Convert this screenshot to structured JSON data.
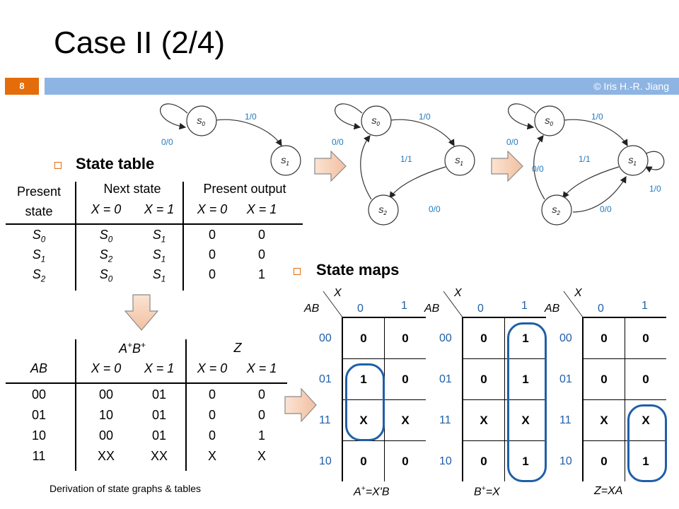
{
  "slide": {
    "title": "Case II (2/4)",
    "number": "8",
    "copyright": "© Iris H.-R. Jiang",
    "footer": "Derivation of state graphs & tables"
  },
  "sections": {
    "state_table": "State table",
    "state_maps": "State maps"
  },
  "state_table": {
    "header_present": [
      "Present",
      "state"
    ],
    "header_next": "Next state",
    "header_output": "Present output",
    "col_x0": "X = 0",
    "col_x1": "X = 1",
    "rows": [
      {
        "present": "S0",
        "next0": "S0",
        "next1": "S1",
        "out0": "0",
        "out1": "0"
      },
      {
        "present": "S1",
        "next0": "S2",
        "next1": "S1",
        "out0": "0",
        "out1": "0"
      },
      {
        "present": "S2",
        "next0": "S0",
        "next1": "S1",
        "out0": "0",
        "out1": "1"
      }
    ]
  },
  "transition_table": {
    "header_ab": "AB",
    "header_next": "A+B+",
    "header_z": "Z",
    "col_x0": "X = 0",
    "col_x1": "X = 1",
    "rows": [
      {
        "ab": "00",
        "next0": "00",
        "next1": "01",
        "z0": "0",
        "z1": "0"
      },
      {
        "ab": "01",
        "next0": "10",
        "next1": "01",
        "z0": "0",
        "z1": "0"
      },
      {
        "ab": "10",
        "next0": "00",
        "next1": "01",
        "z0": "0",
        "z1": "1"
      },
      {
        "ab": "11",
        "next0": "XX",
        "next1": "XX",
        "z0": "X",
        "z1": "X"
      }
    ]
  },
  "state_graphs": {
    "nodes": [
      "S0",
      "S1",
      "S2"
    ],
    "graph1_labels": {
      "s0_loop": "0/0",
      "s0_s1": "1/0"
    },
    "graph2_labels": {
      "s0_loop": "0/0",
      "s0_s1": "1/0",
      "s1_s2": "1/1",
      "s2_s0": "0/0"
    },
    "graph3_labels": {
      "s0_loop": "0/0",
      "s0_s1": "1/0",
      "s1_s2": "1/1",
      "s2_s1": "0/0",
      "s2_s0": "0/0",
      "s1_loop": "1/0"
    }
  },
  "kmaps": {
    "var_x": "X",
    "var_ab": "AB",
    "col_labels": [
      "0",
      "1"
    ],
    "row_labels": [
      "00",
      "01",
      "11",
      "10"
    ],
    "maps": [
      {
        "values": [
          [
            "0",
            "0"
          ],
          [
            "1",
            "0"
          ],
          [
            "X",
            "X"
          ],
          [
            "0",
            "0"
          ]
        ],
        "result": "A+=X'B"
      },
      {
        "values": [
          [
            "0",
            "1"
          ],
          [
            "0",
            "1"
          ],
          [
            "X",
            "X"
          ],
          [
            "0",
            "1"
          ]
        ],
        "result": "B+=X"
      },
      {
        "values": [
          [
            "0",
            "0"
          ],
          [
            "0",
            "0"
          ],
          [
            "X",
            "X"
          ],
          [
            "0",
            "1"
          ]
        ],
        "result": "Z=XA"
      }
    ]
  },
  "colors": {
    "accent_orange": "#e46c0a",
    "bar_blue": "#8eb4e3",
    "label_blue": "#1f7abf",
    "loop_blue": "#1f5fa8"
  }
}
